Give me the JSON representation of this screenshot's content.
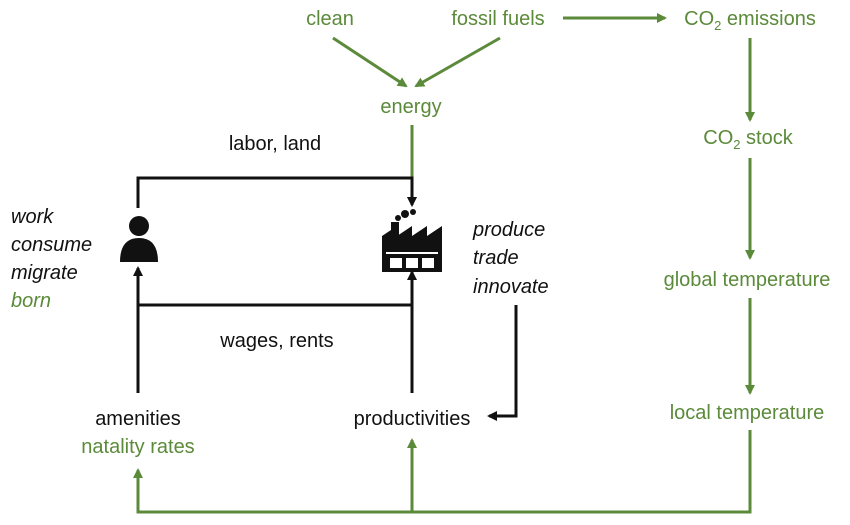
{
  "colors": {
    "green": "#5b8a3a",
    "black": "#111111"
  },
  "labels": {
    "clean": "clean",
    "fossil_fuels": "fossil fuels",
    "co2_emissions_prefix": "CO",
    "co2_emissions_sub": "2",
    "co2_emissions_suffix": " emissions",
    "energy": "energy",
    "labor_land": "labor, land",
    "co2_stock_prefix": "CO",
    "co2_stock_sub": "2",
    "co2_stock_suffix": " stock",
    "work": "work",
    "consume": "consume",
    "migrate": "migrate",
    "born": "born",
    "produce": "produce",
    "trade": "trade",
    "innovate": "innovate",
    "global_temperature": "global temperature",
    "wages_rents": "wages, rents",
    "amenities": "amenities",
    "natality_rates": "natality rates",
    "productivities": "productivities",
    "local_temperature": "local temperature"
  },
  "icons": {
    "person": "person-icon",
    "factory": "factory-icon"
  }
}
